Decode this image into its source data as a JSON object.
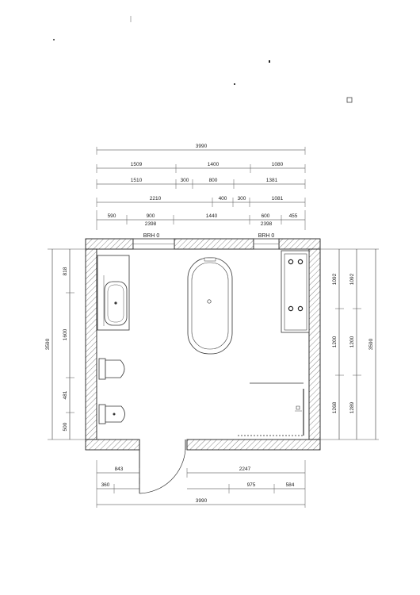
{
  "plan": {
    "top_dims": {
      "row1": [
        "3990"
      ],
      "row2": [
        "1509",
        "1400",
        "1080"
      ],
      "row3": [
        "1510",
        "300",
        "800",
        "1381"
      ],
      "row4": [
        "2210",
        "400",
        "300",
        "1081"
      ],
      "row5": [
        "590",
        "900",
        "1440",
        "600",
        "455"
      ],
      "row5_sub": [
        "2398",
        "2398"
      ]
    },
    "labels": {
      "brh_left": "BRH 0",
      "brh_right": "BRH 0"
    },
    "left_dims": {
      "total": "3590",
      "segments": [
        "818",
        "1600",
        "481",
        "500"
      ]
    },
    "right_dims": {
      "inner": [
        "1092",
        "1200",
        "1268"
      ],
      "outer": [
        "1092",
        "1200",
        "1289"
      ],
      "total": "3590"
    },
    "bottom_dims": {
      "row1": [
        "843",
        "2247"
      ],
      "row2": [
        "360",
        "975",
        "584"
      ],
      "total": "3990"
    }
  }
}
